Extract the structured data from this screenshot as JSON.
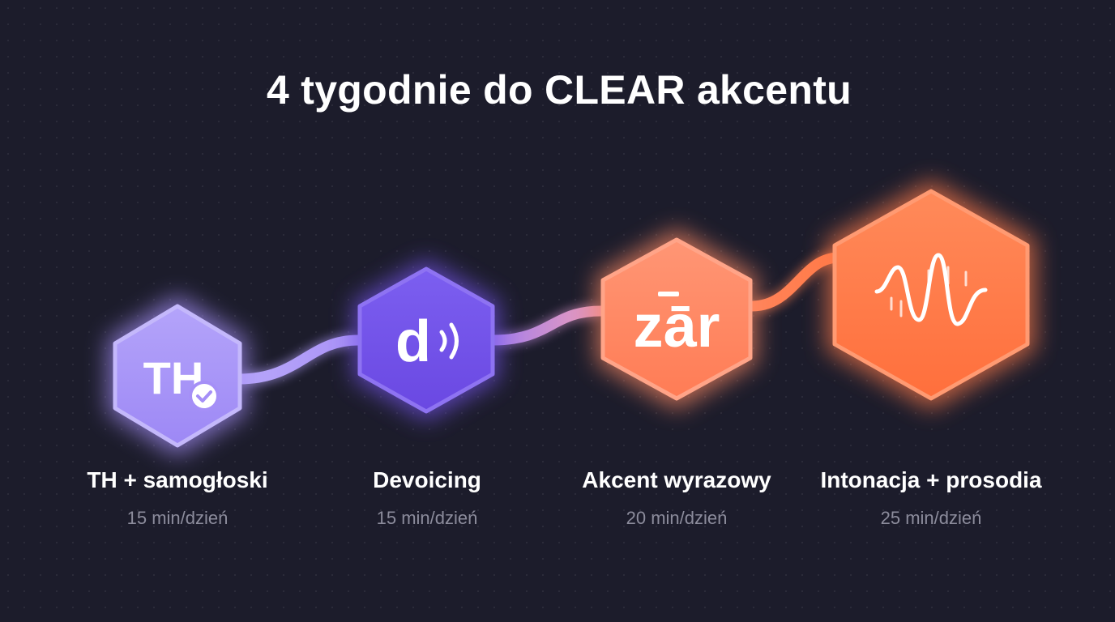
{
  "title": "4 tygodnie do CLEAR akcentu",
  "colors": {
    "background": "#1c1c2b",
    "week1": "#a895f7",
    "week2": "#7353e8",
    "week3": "#ff8863",
    "week4": "#ff7a48"
  },
  "steps": [
    {
      "icon_text": "TH",
      "icon": "check-badge-icon",
      "label": "TH + samogłoski",
      "duration": "15 min/dzień"
    },
    {
      "icon_text": "d",
      "icon": "sound-waves-icon",
      "label": "Devoicing",
      "duration": "15 min/dzień"
    },
    {
      "icon_text": "zār",
      "icon": "stress-macron-icon",
      "label": "Akcent wyrazowy",
      "duration": "20 min/dzień"
    },
    {
      "icon_text": "",
      "icon": "waveform-icon",
      "label": "Intonacja + prosodia",
      "duration": "25 min/dzień"
    }
  ]
}
